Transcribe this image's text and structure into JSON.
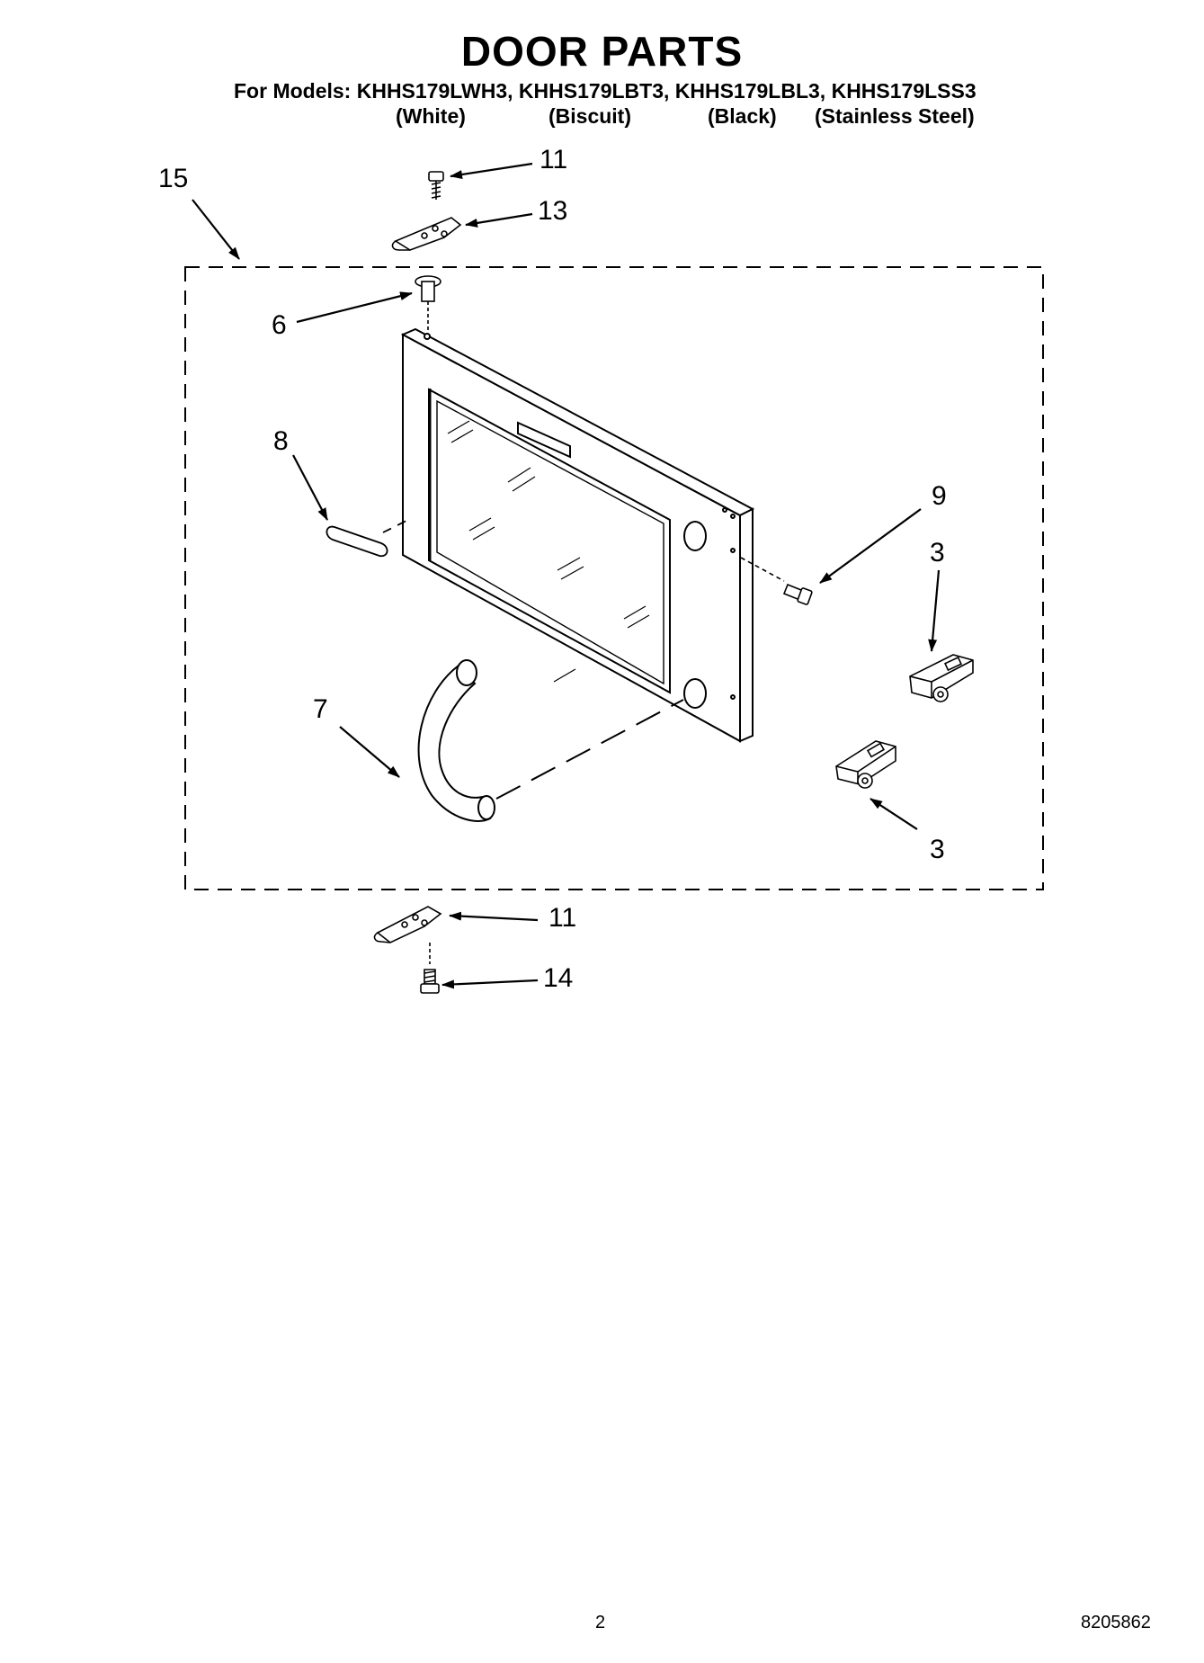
{
  "header": {
    "title": "DOOR PARTS",
    "models_line": "For Models: KHHS179LWH3, KHHS179LBT3, KHHS179LBL3, KHHS179LSS3",
    "colors": [
      "(White)",
      "(Biscuit)",
      "(Black)",
      "(Stainless Steel)"
    ]
  },
  "callouts": {
    "c15": "15",
    "c11_top": "11",
    "c13": "13",
    "c6": "6",
    "c8": "8",
    "c9": "9",
    "c3_upper": "3",
    "c7": "7",
    "c3_lower": "3",
    "c11_bottom": "11",
    "c14": "14"
  },
  "footer": {
    "page_number": "2",
    "doc_number": "8205862"
  }
}
